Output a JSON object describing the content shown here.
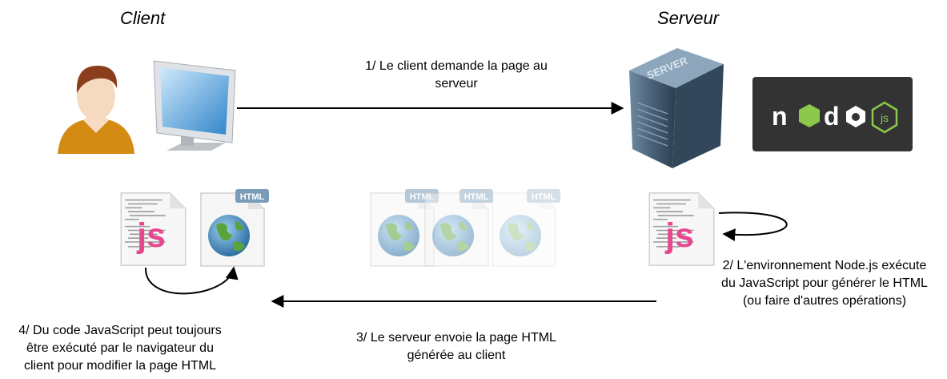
{
  "headings": {
    "client": "Client",
    "server": "Serveur"
  },
  "steps": {
    "step1": [
      "1/ Le client demande la page au",
      "serveur"
    ],
    "step2": [
      "2/ L'environnement Node.js exécute",
      "du JavaScript pour générer le HTML",
      "(ou faire d'autres opérations)"
    ],
    "step3": [
      "3/ Le serveur envoie la page HTML",
      "générée au client"
    ],
    "step4": [
      "4/ Du code JavaScript peut toujours",
      "être exécuté par le navigateur du",
      "client pour modifier la page HTML"
    ]
  },
  "labels": {
    "server_box": "SERVER",
    "nodejs_logo": "node",
    "js_file": "js",
    "html_badge": "HTML"
  },
  "colors": {
    "nodejs_bg": "#333333",
    "nodejs_green": "#8cc84b",
    "js_pink": "#e8468f",
    "server_blue": "#5a7288",
    "html_badge": "#7a9cb8"
  },
  "icons": [
    "user-icon",
    "monitor-icon",
    "server-icon",
    "nodejs-logo",
    "js-file-icon",
    "html-globe-icon"
  ]
}
